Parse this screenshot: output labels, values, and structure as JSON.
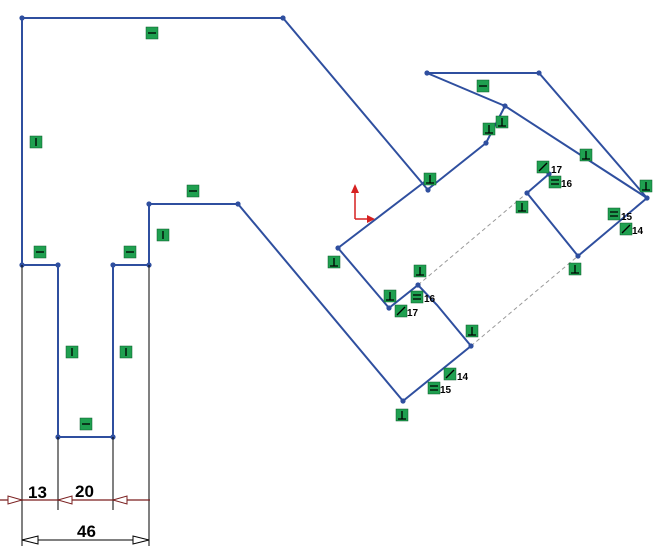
{
  "dimensions": {
    "left_width": "13",
    "slot_width": "20",
    "overall_width": "46"
  },
  "relations": {
    "tangent_label_a": "17",
    "tangent_label_b": "17",
    "equal_label_a": "16",
    "equal_label_b": "16",
    "equal_label_c": "15",
    "equal_label_d": "15",
    "tangent_label_c": "14",
    "tangent_label_d": "14"
  },
  "colors": {
    "sketch": "#2f4f9f",
    "relation_badge": "#1fa050",
    "origin": "#d62020"
  }
}
